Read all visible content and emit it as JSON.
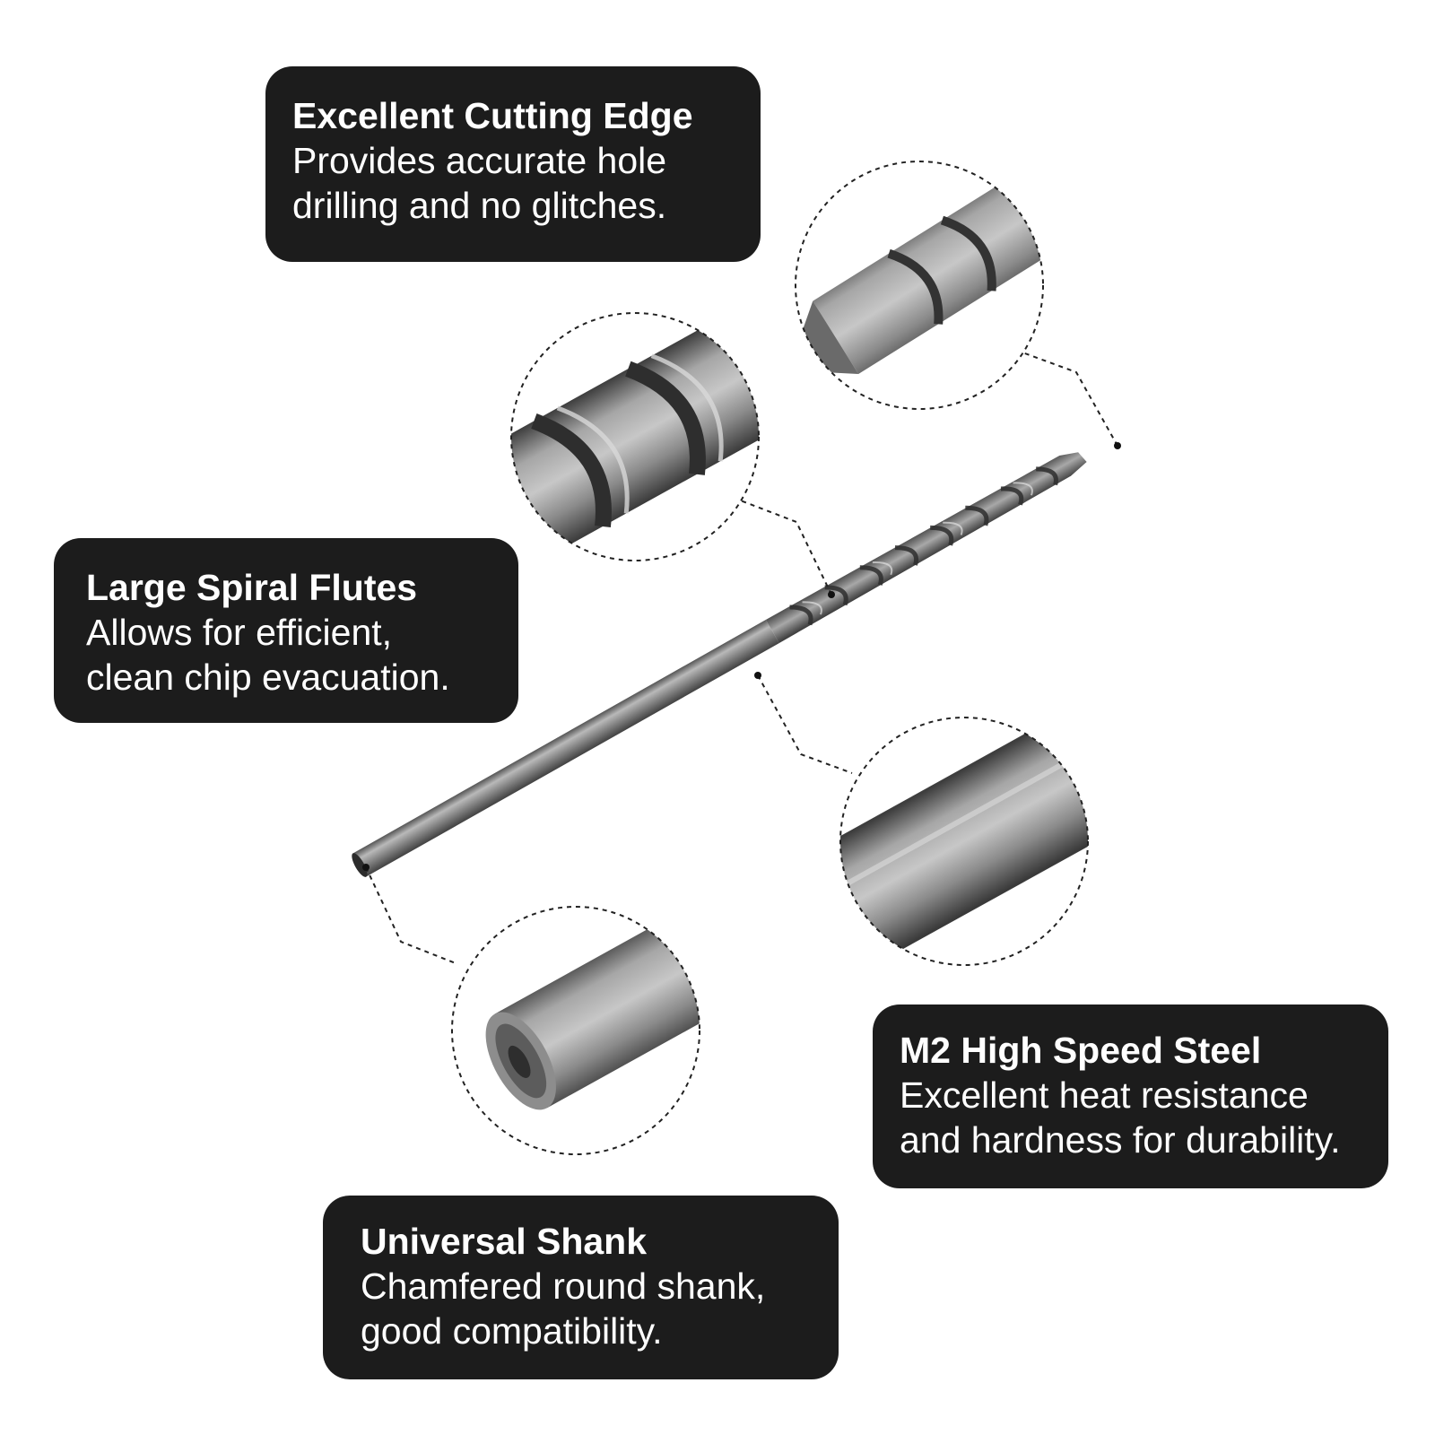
{
  "callouts": {
    "cutting_edge": {
      "title": "Excellent Cutting Edge",
      "line1": "Provides accurate hole",
      "line2": "drilling and no glitches."
    },
    "spiral_flutes": {
      "title": "Large Spiral Flutes",
      "line1": "Allows for efficient,",
      "line2": "clean chip evacuation."
    },
    "high_speed_steel": {
      "title": "M2 High Speed Steel",
      "line1": "Excellent heat resistance",
      "line2": "and hardness for durability."
    },
    "universal_shank": {
      "title": "Universal Shank",
      "line1": "Chamfered round shank,",
      "line2": "good compatibility."
    }
  },
  "colors": {
    "callout_bg": "#1c1c1c",
    "callout_text": "#ffffff",
    "steel": "#8a8a8a",
    "leader": "#222222"
  }
}
